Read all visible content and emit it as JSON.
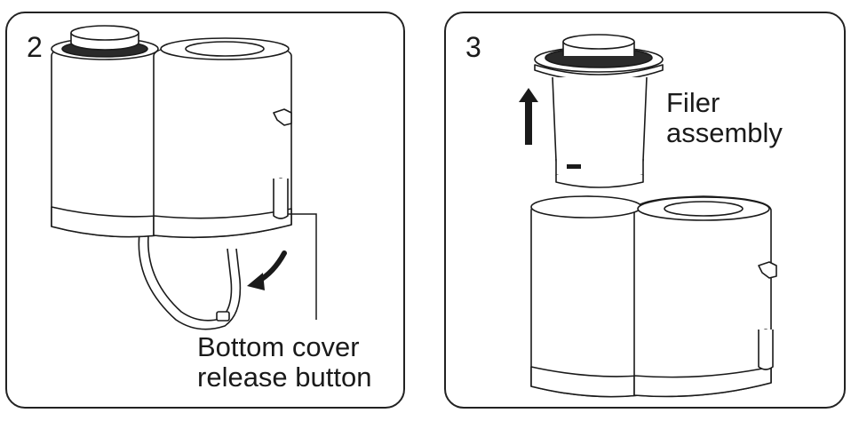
{
  "panels": [
    {
      "step": "2",
      "callout": {
        "line1": "Bottom cover",
        "line2": "release button"
      }
    },
    {
      "step": "3",
      "callout": {
        "line1": "Filer",
        "line2": "assembly"
      }
    }
  ],
  "icons": {
    "panel2_arrow": "curved-arrow-icon",
    "panel3_arrow": "up-arrow-icon"
  }
}
